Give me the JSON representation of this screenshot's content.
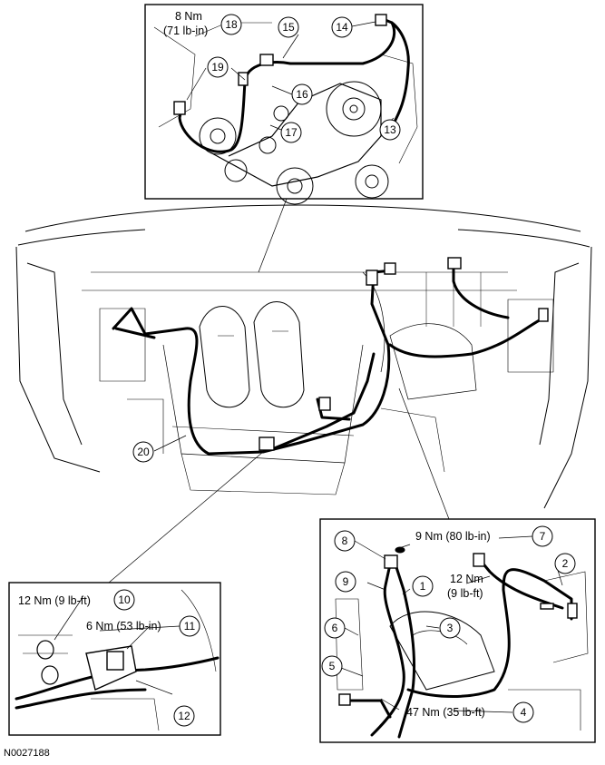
{
  "figure_id": "N0027188",
  "callouts": {
    "c1": "1",
    "c2": "2",
    "c3": "3",
    "c4": "4",
    "c5": "5",
    "c6": "6",
    "c7": "7",
    "c8": "8",
    "c9": "9",
    "c10": "10",
    "c11": "11",
    "c12": "12",
    "c13": "13",
    "c14": "14",
    "c15": "15",
    "c16": "16",
    "c17": "17",
    "c18": "18",
    "c19": "19",
    "c20": "20"
  },
  "torque": {
    "t18_line1": "8 Nm",
    "t18_line2": "(71 lb-in)",
    "t7": "9 Nm (80 lb-in)",
    "t1_line1": "12 Nm",
    "t1_line2": "(9 lb-ft)",
    "t4": "47 Nm (35 lb-ft)",
    "t10": "12 Nm (9 lb-ft)",
    "t11": "6 Nm (53 lb-in)"
  }
}
